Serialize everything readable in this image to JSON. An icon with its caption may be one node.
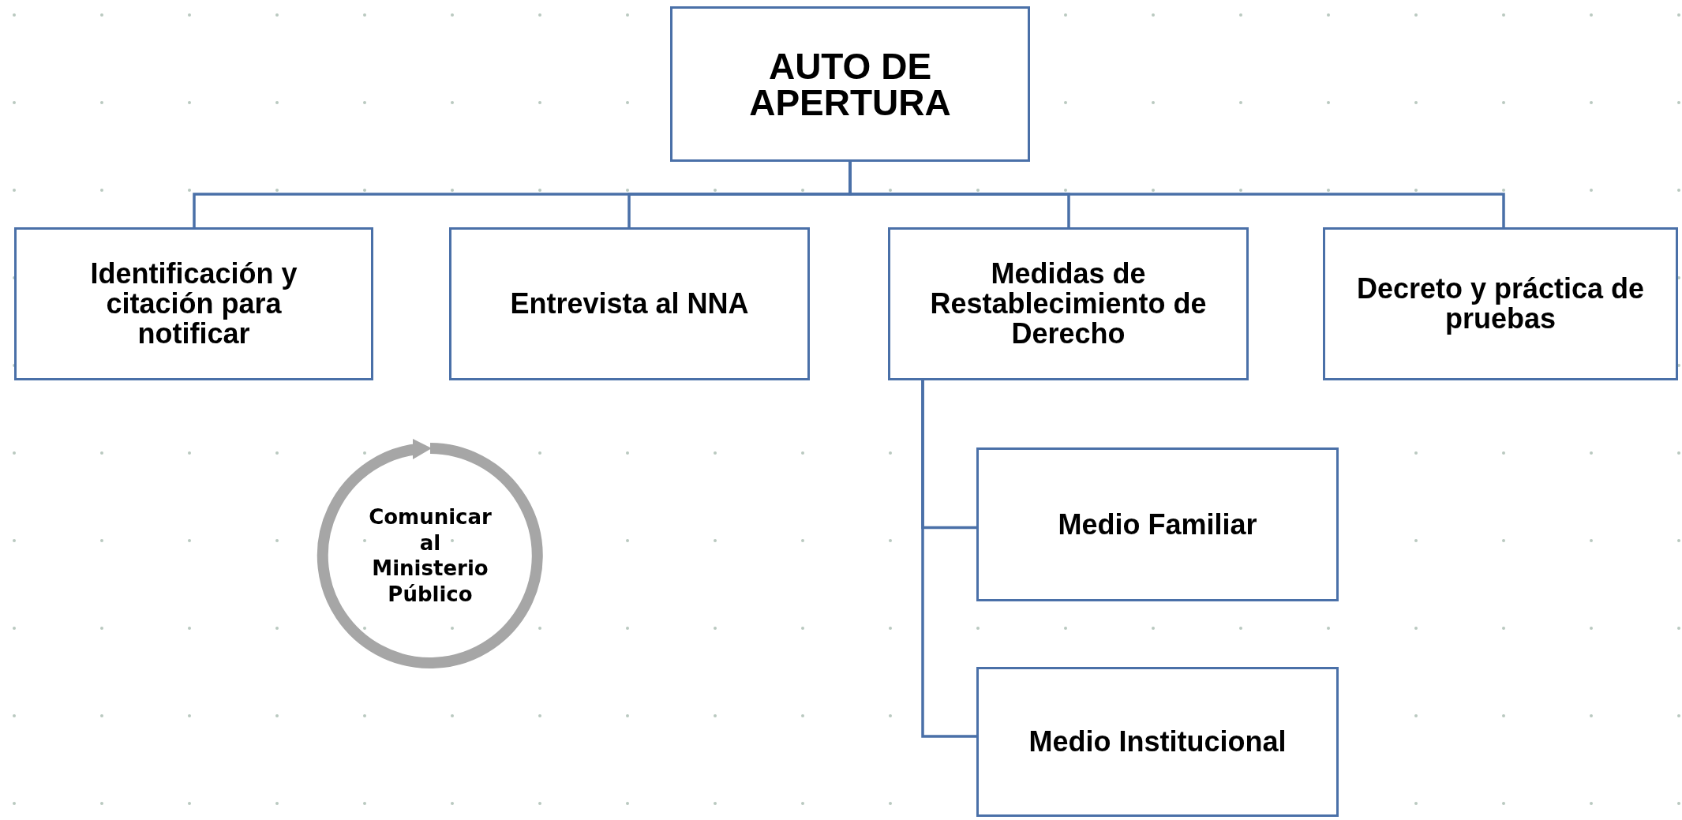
{
  "diagram": {
    "nodes": [
      {
        "text": [
          "AUTO DE APERTURA"
        ]
      },
      {
        "text": [
          "Identificación y citación para notificar"
        ]
      },
      {
        "text": [
          "Entrevista al NNA"
        ]
      },
      {
        "text": [
          "Medidas de Restablecimiento de Derecho"
        ]
      },
      {
        "text": [
          "Decreto y práctica de pruebas"
        ]
      },
      {
        "text": [
          "Medio Familiar"
        ]
      },
      {
        "text": [
          "Medio Institucional"
        ]
      },
      {
        "text": [
          "Comunicar al Ministerio Público"
        ]
      }
    ],
    "edges": [
      {
        "from": 0,
        "to": 1,
        "arrow": "none"
      },
      {
        "from": 0,
        "to": 2,
        "arrow": "none"
      },
      {
        "from": 0,
        "to": 3,
        "arrow": "none"
      },
      {
        "from": 0,
        "to": 4,
        "arrow": "none"
      },
      {
        "from": 3,
        "to": 5,
        "arrow": "none"
      },
      {
        "from": 3,
        "to": 6,
        "arrow": "none"
      }
    ]
  }
}
